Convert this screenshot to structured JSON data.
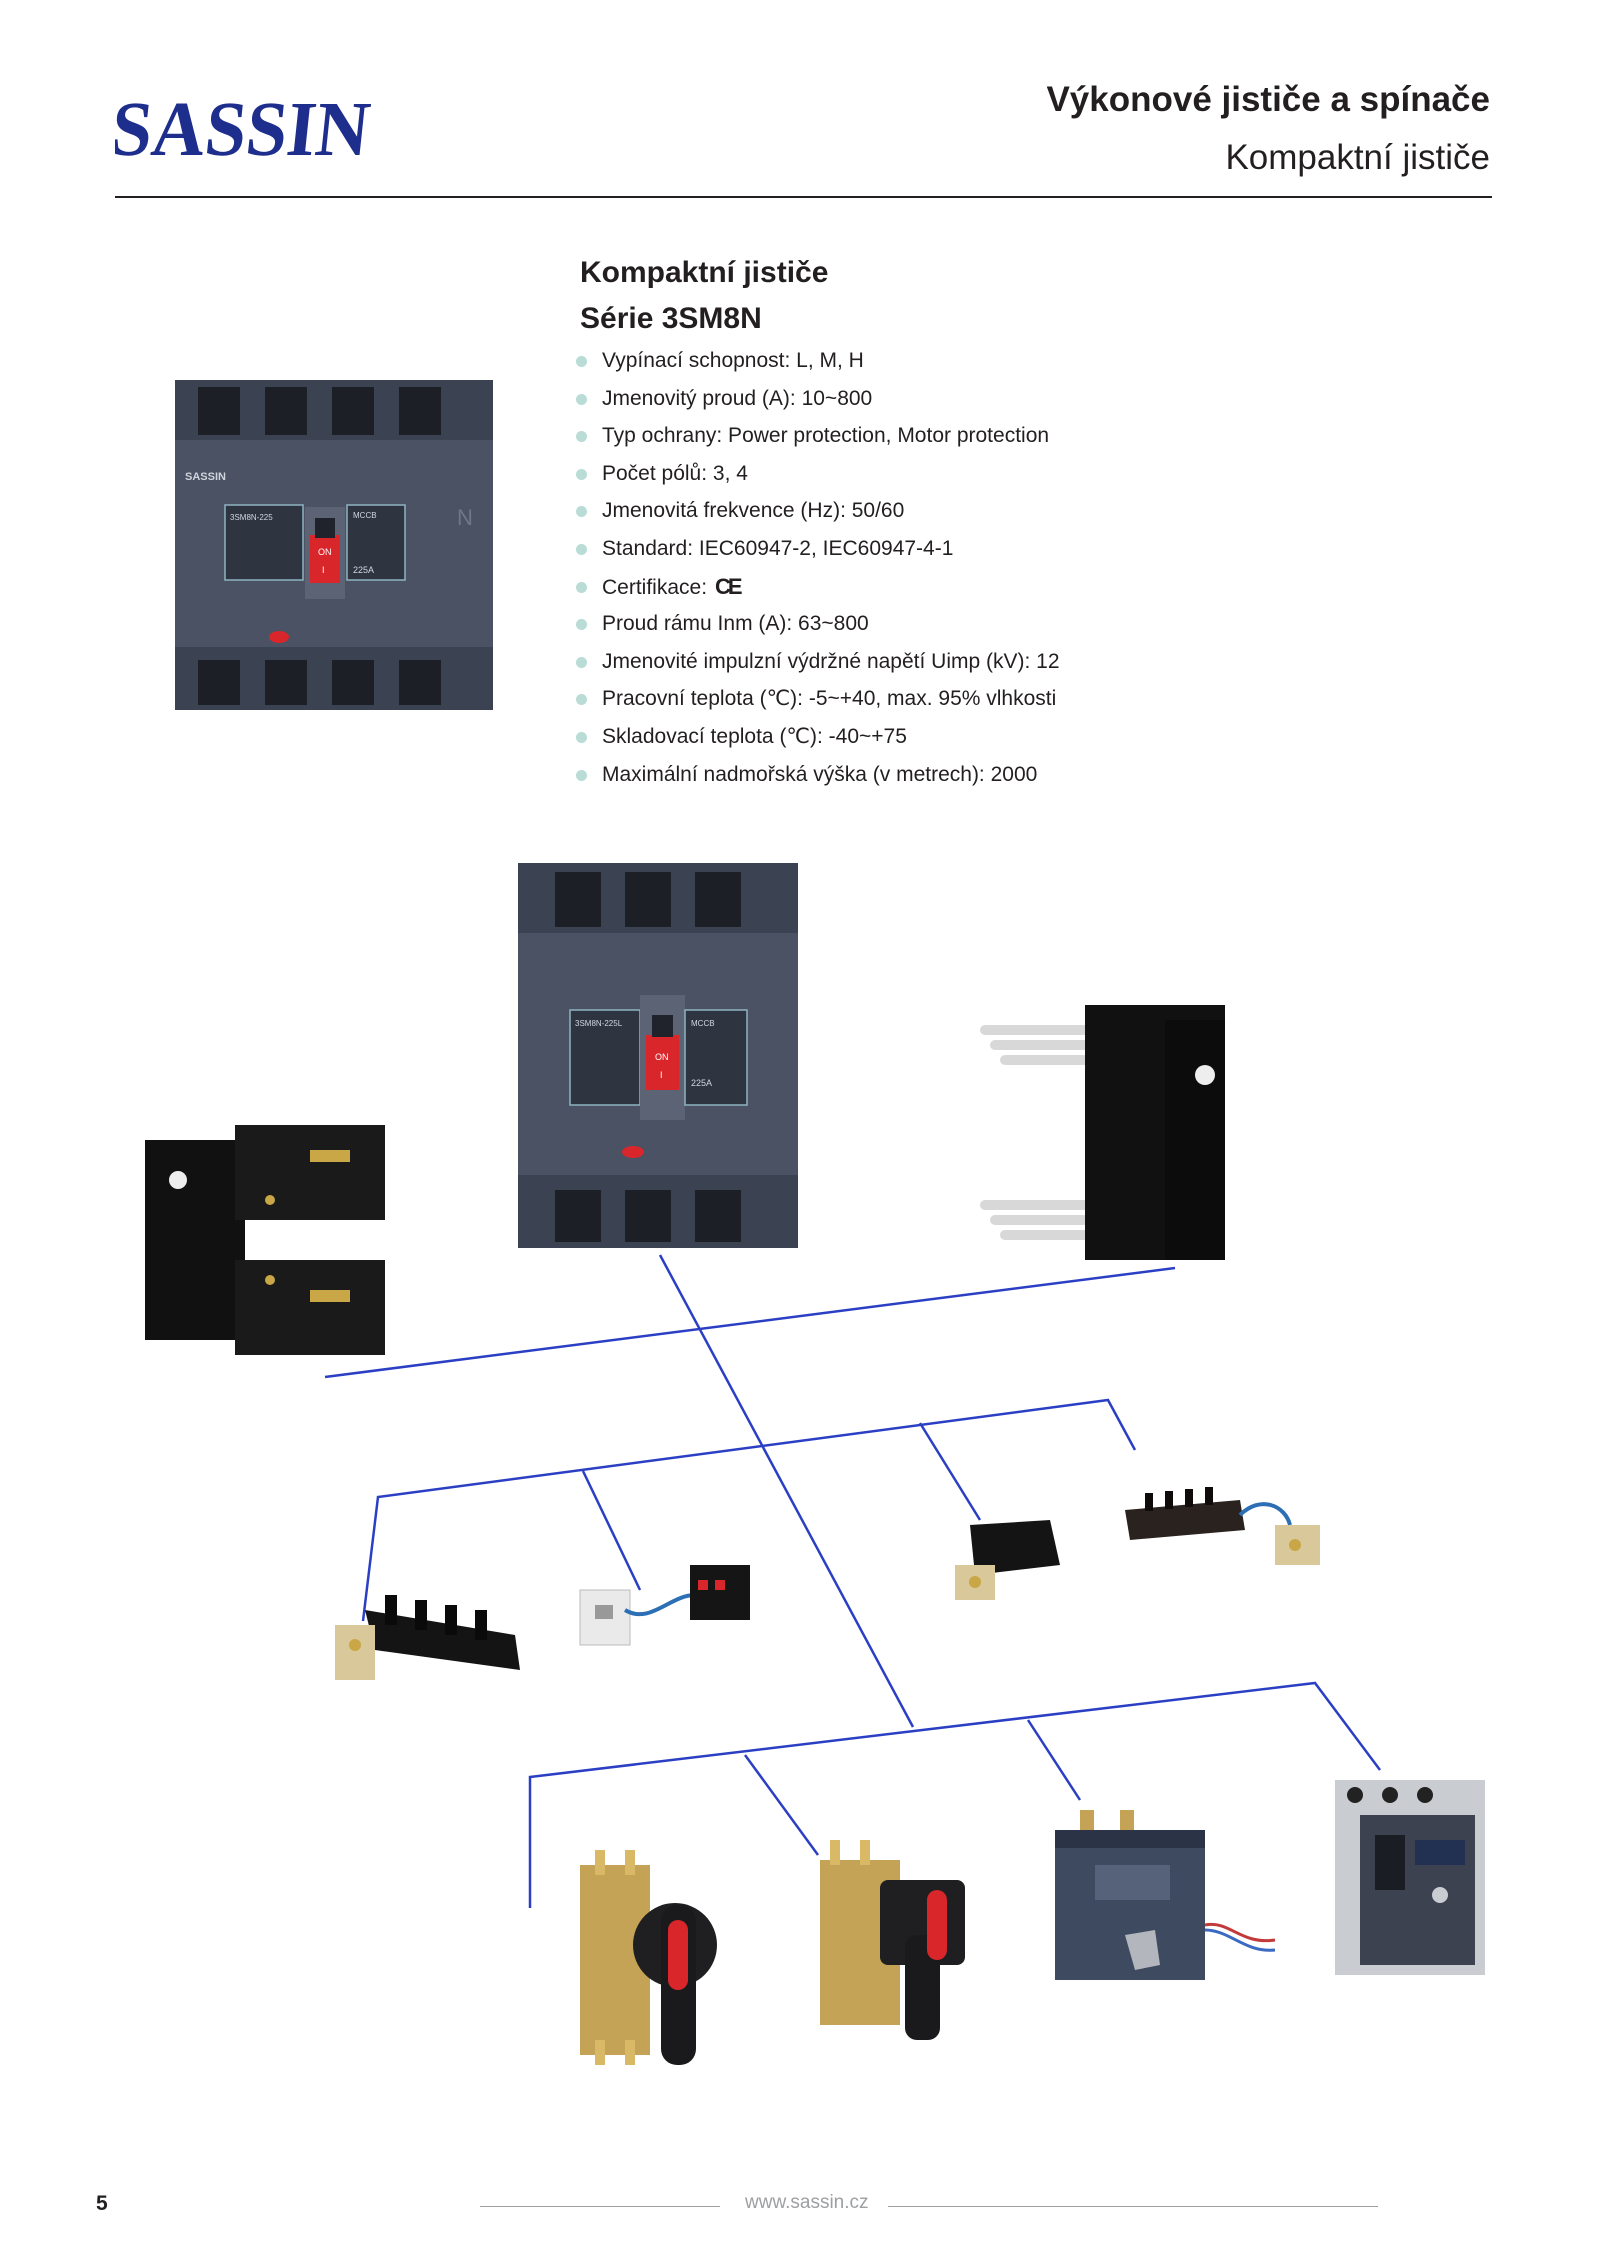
{
  "brand": {
    "name": "SASSIN",
    "color": "#1e2e8c"
  },
  "header": {
    "title": "Výkonové jističe a spínače",
    "subtitle": "Kompaktní jističe"
  },
  "product": {
    "title_line1": "Kompaktní jističe",
    "title_line2": "Série 3SM8N",
    "specs": [
      "Vypínací schopnost: L, M, H",
      "Jmenovitý proud (A):  10~800",
      "Typ ochrany: Power protection, Motor protection",
      "Počet pólů: 3, 4",
      "Jmenovitá frekvence (Hz): 50/60",
      "Standard: IEC60947-2, IEC60947-4-1",
      "Certifikace:",
      "Proud rámu Inm (A): 63~800",
      "Jmenovité impulzní výdržné napětí Uimp (kV): 12",
      "Pracovní teplota (℃): -5~+40, max. 95% vlhkosti",
      "Skladovací teplota (℃): -40~+75",
      "Maximální nadmořská výška (v metrech): 2000"
    ],
    "cert_mark": "CE"
  },
  "device_labels": {
    "brand_plate": "SASSIN",
    "model_4p": "3SM8N-225",
    "model_3p": "3SM8N-225L",
    "mccb": "MCCB",
    "on_label": "ON",
    "on_digit": "I",
    "rating": "225A",
    "n_mark": "N"
  },
  "colors": {
    "connector_line": "#2b3fc4",
    "bullet": "#b9dcd6",
    "breaker_body": "#4a5263",
    "accent_red": "#d9262b"
  },
  "footer": {
    "page_number": "5",
    "url": "www.sassin.cz"
  }
}
